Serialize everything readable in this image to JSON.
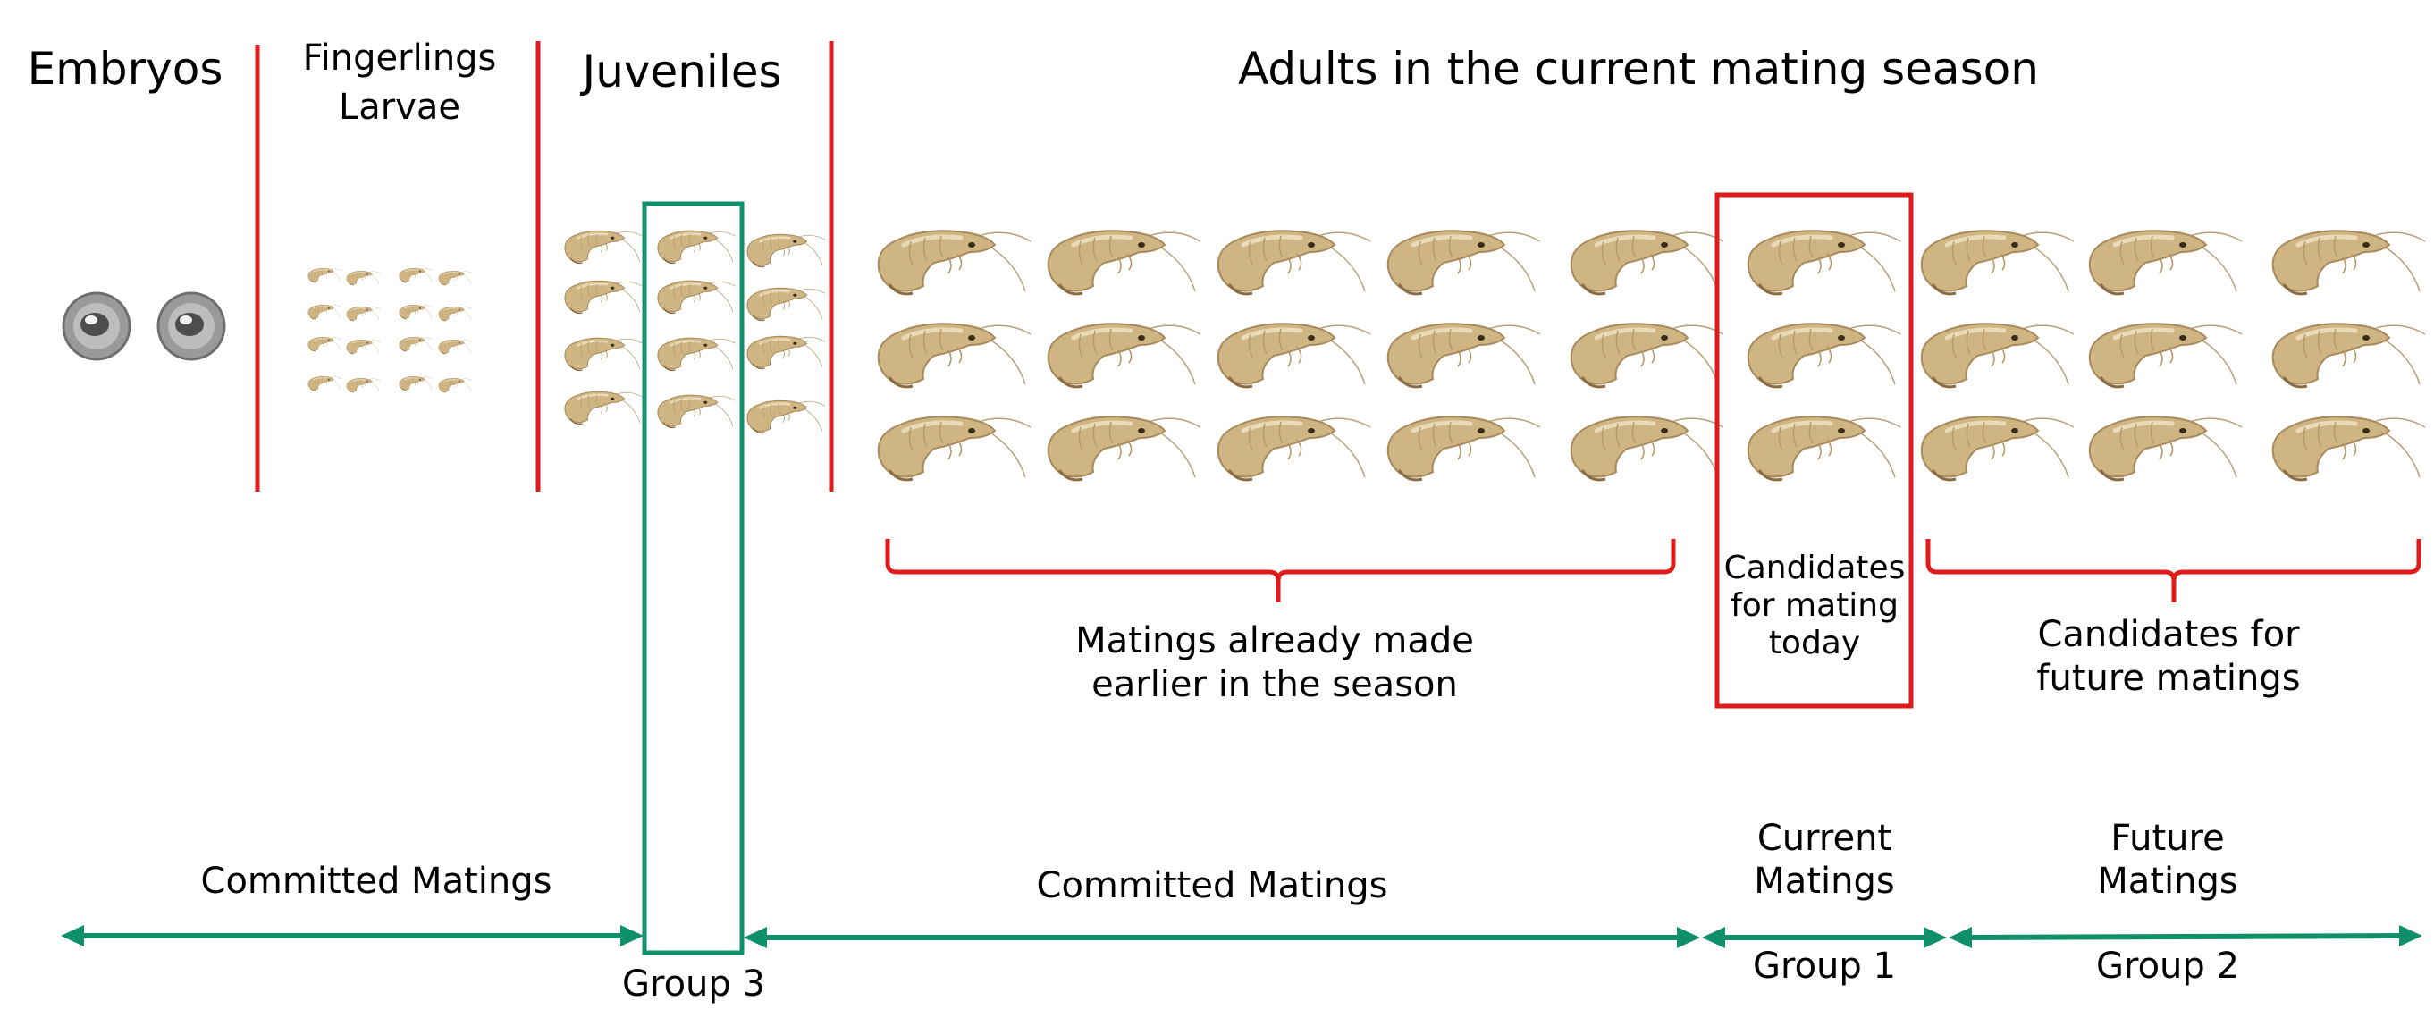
{
  "stages": {
    "embryos": "Embryos",
    "fingerlings": "Fingerlings",
    "larvae": "Larvae",
    "juveniles": "Juveniles",
    "adults": "Adults in the current mating season"
  },
  "annotations": {
    "already_made_1": "Matings already made",
    "already_made_2": "earlier in the season",
    "today_1": "Candidates",
    "today_2": "for mating",
    "today_3": "today",
    "future_cand_1": "Candidates for",
    "future_cand_2": "future matings"
  },
  "timeline": {
    "committed_left": "Committed Matings",
    "committed_mid": "Committed Matings",
    "current_1": "Current",
    "current_2": "Matings",
    "future_1": "Future",
    "future_2": "Matings",
    "group1": "Group 1",
    "group2": "Group 2",
    "group3": "Group 3"
  },
  "icons": {
    "embryo": "embryo-icon",
    "shrimp": "shrimp-icon"
  },
  "colors": {
    "red": "#e01b1b",
    "green": "#0f8f6a",
    "shrimp_body": "#cfb584",
    "shrimp_light": "#e9dbb7",
    "shrimp_shadow": "#a8895a",
    "embryo_body": "#9a9a9a"
  }
}
